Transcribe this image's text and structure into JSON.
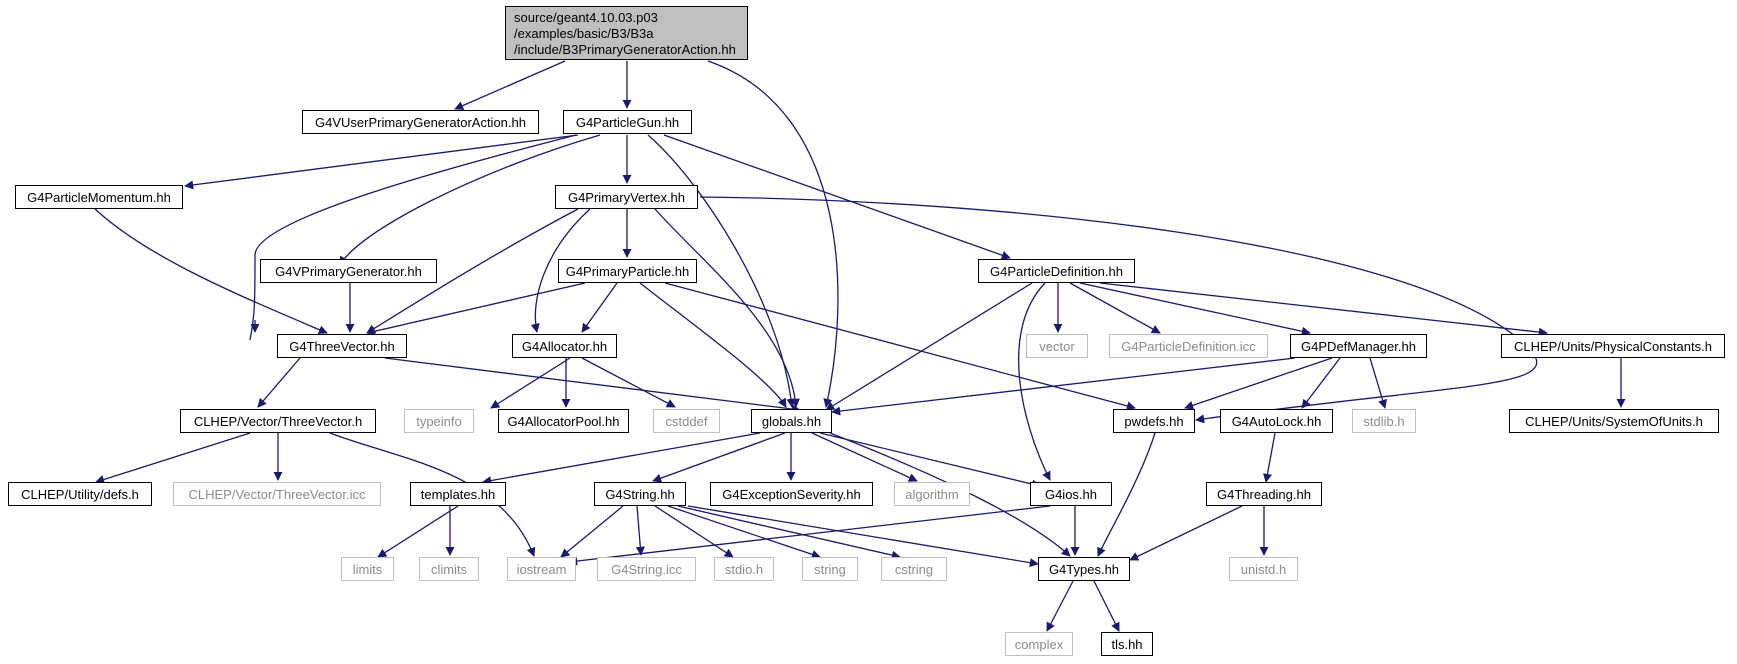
{
  "colors": {
    "edge": "#191970",
    "node_border": "#000000",
    "system_border": "#bfbfbf",
    "system_text": "#8c8c8c",
    "root_fill": "#bfbfbf"
  },
  "nodes": {
    "root": {
      "lines": [
        "source/geant4.10.03.p03",
        "/examples/basic/B3/B3a",
        "/include/B3PrimaryGeneratorAction.hh"
      ]
    },
    "vuserprimarygeneratoraction": "G4VUserPrimaryGeneratorAction.hh",
    "particlegun": "G4ParticleGun.hh",
    "particlemomentum": "G4ParticleMomentum.hh",
    "primaryvertex": "G4PrimaryVertex.hh",
    "vprimarygenerator": "G4VPrimaryGenerator.hh",
    "primaryparticle": "G4PrimaryParticle.hh",
    "particledefinition": "G4ParticleDefinition.hh",
    "threevector": "G4ThreeVector.hh",
    "allocator": "G4Allocator.hh",
    "vector": "vector",
    "particledefinition_icc": "G4ParticleDefinition.icc",
    "pdefmanager": "G4PDefManager.hh",
    "physicalconstants": "CLHEP/Units/PhysicalConstants.h",
    "clhep_threevector": "CLHEP/Vector/ThreeVector.h",
    "typeinfo": "typeinfo",
    "allocatorpool": "G4AllocatorPool.hh",
    "cstddef": "cstddef",
    "globals": "globals.hh",
    "pwdefs": "pwdefs.hh",
    "autolock": "G4AutoLock.hh",
    "stdlib": "stdlib.h",
    "systemofunits": "CLHEP/Units/SystemOfUnits.h",
    "utility_defs": "CLHEP/Utility/defs.h",
    "clhep_threevector_icc": "CLHEP/Vector/ThreeVector.icc",
    "templates": "templates.hh",
    "g4string": "G4String.hh",
    "exceptionseverity": "G4ExceptionSeverity.hh",
    "algorithm": "algorithm",
    "g4ios": "G4ios.hh",
    "threading": "G4Threading.hh",
    "limits": "limits",
    "climits": "climits",
    "iostream": "iostream",
    "g4string_icc": "G4String.icc",
    "stdio": "stdio.h",
    "string": "string",
    "cstring": "cstring",
    "g4types": "G4Types.hh",
    "unistd": "unistd.h",
    "complex": "complex",
    "tls": "tls.hh"
  }
}
